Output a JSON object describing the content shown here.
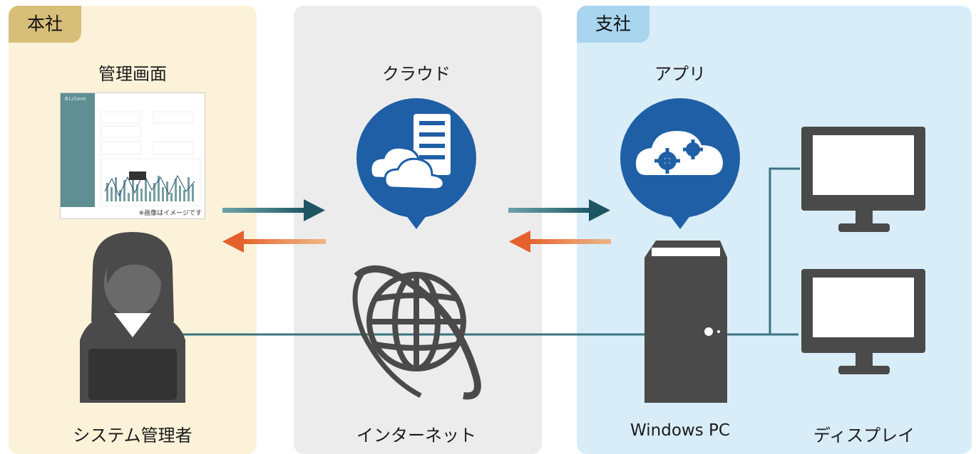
{
  "sections": {
    "hq": {
      "tag": "本社"
    },
    "branch": {
      "tag": "支社"
    }
  },
  "labels": {
    "admin_screen": "管理画面",
    "cloud": "クラウド",
    "app": "アプリ",
    "system_admin": "システム管理者",
    "internet": "インターネット",
    "windows_pc": "Windows PC",
    "display": "ディスプレイ"
  },
  "screenshot": {
    "brand": "BizSave",
    "caption": "※画像はイメージです"
  },
  "colors": {
    "hq_bg": "#fbf2d9",
    "hq_tag": "#d8bf79",
    "cloud_bg": "#ececec",
    "branch_bg": "#d8edf8",
    "branch_tag": "#a9d5ef",
    "icon_blue": "#1f5fa6",
    "icon_gray": "#3f3f3f",
    "arrow_dark": "#1d5563",
    "arrow_orange": "#e5612c",
    "line_teal": "#3a7480"
  },
  "icons": [
    "admin-person-laptop-icon",
    "cloud-server-icon",
    "cloud-gears-icon",
    "globe-internet-icon",
    "desktop-pc-tower-icon",
    "monitor-icon"
  ]
}
